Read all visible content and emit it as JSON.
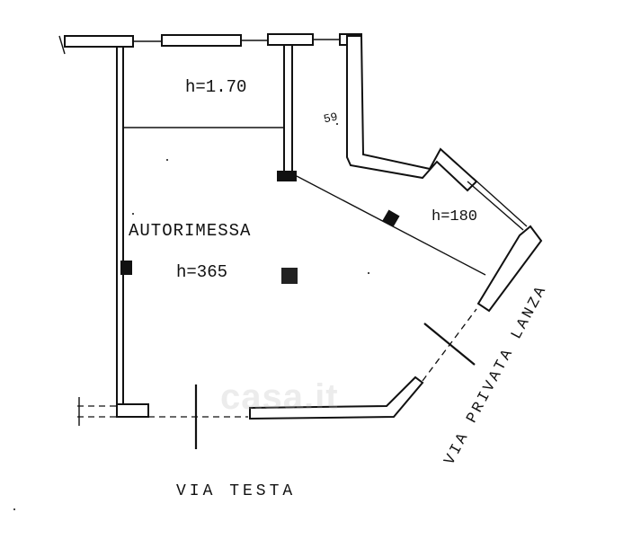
{
  "plan": {
    "room_name": "AUTORIMESSA",
    "height_upper": "h=1.70",
    "height_room": "h=365",
    "height_side": "h=180",
    "small_mark": "59",
    "street_bottom": "VIA TESTA",
    "street_side": "VIA PRIVATA LANZA",
    "watermark": "casa.it"
  },
  "colors": {
    "ink": "#111111",
    "paper": "#ffffff"
  }
}
